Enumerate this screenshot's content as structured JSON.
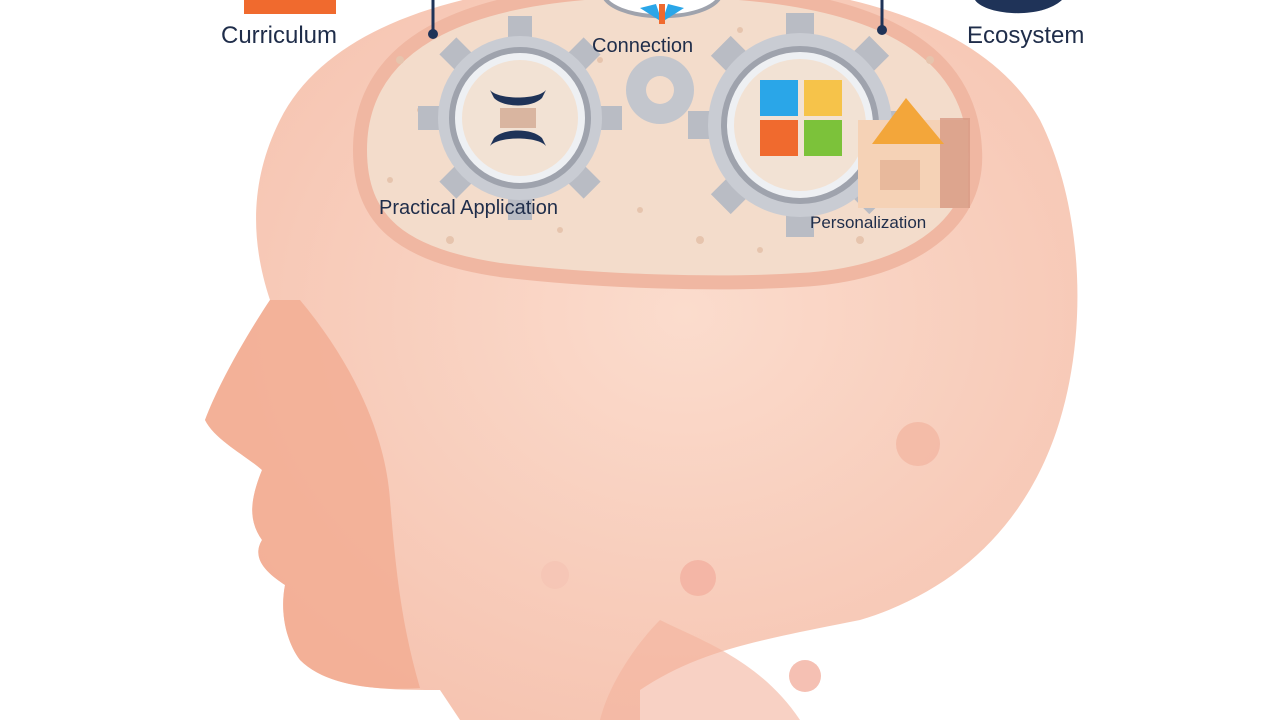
{
  "labels": {
    "curriculum": "Curriculum",
    "connection": "Connection",
    "ecosystem": "Ecosystem",
    "practical_application": "Practical Application",
    "personalization": "Personalization"
  },
  "colors": {
    "background": "#ffffff",
    "skin": "#f8cdbd",
    "skin_shadow": "#f0a48c",
    "brain": "#f3dccb",
    "gear": "#b9bcc4",
    "navy": "#1f3358",
    "orange": "#f06a2e",
    "blue": "#2aa6e8",
    "yellow": "#f6c34a",
    "green": "#7cc23a"
  },
  "icons": [
    "gear-icon",
    "hourglass-icon",
    "tile-grid-icon",
    "pencil-cup-icon",
    "tie-icon",
    "book-icon",
    "globe-icon"
  ]
}
